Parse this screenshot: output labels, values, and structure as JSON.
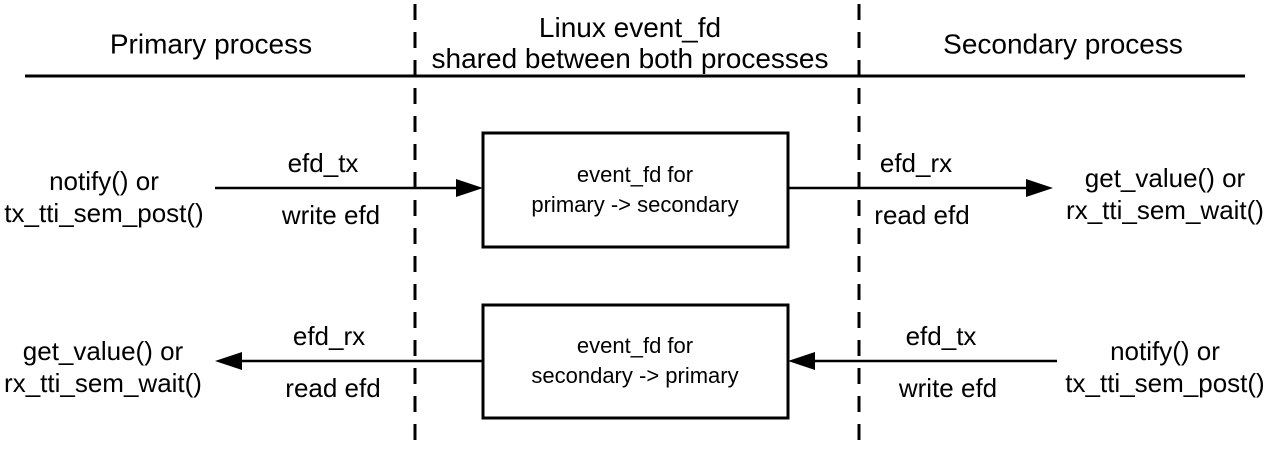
{
  "diagram": {
    "title_row": {
      "primary": "Primary process",
      "shared": {
        "line1": "Linux event_fd",
        "line2": "shared between both processes"
      },
      "secondary": "Secondary process"
    },
    "flows": [
      {
        "source": {
          "line1": "notify() or",
          "line2": "tx_tti_sem_post()"
        },
        "tx_arrow": {
          "top": "efd_tx",
          "bottom": "write efd"
        },
        "box": {
          "line1": "event_fd for",
          "line2": "primary -> secondary"
        },
        "rx_arrow": {
          "top": "efd_rx",
          "bottom": "read efd"
        },
        "dest": {
          "line1": "get_value() or",
          "line2": "rx_tti_sem_wait()"
        }
      },
      {
        "dest": {
          "line1": "get_value() or",
          "line2": "rx_tti_sem_wait()"
        },
        "rx_arrow": {
          "top": "efd_rx",
          "bottom": "read efd"
        },
        "box": {
          "line1": "event_fd for",
          "line2": "secondary -> primary"
        },
        "tx_arrow": {
          "top": "efd_tx",
          "bottom": "write efd"
        },
        "source": {
          "line1": "notify() or",
          "line2": "tx_tti_sem_post()"
        }
      }
    ],
    "colors": {
      "line": "#000000",
      "text": "#000000",
      "background": "#ffffff"
    }
  }
}
